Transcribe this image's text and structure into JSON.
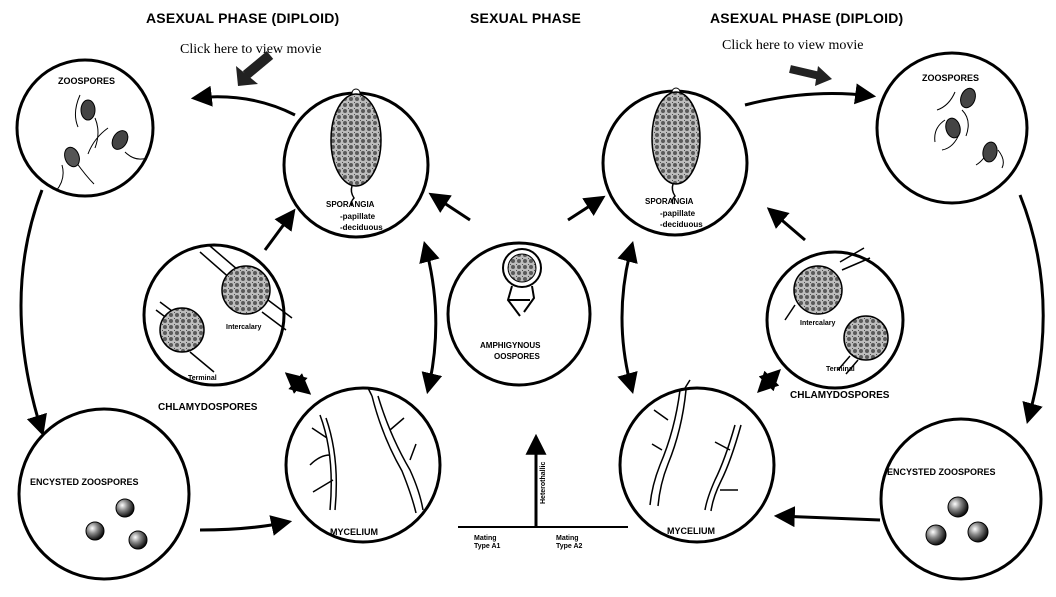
{
  "header": {
    "asexual_left": "ASEXUAL PHASE (DIPLOID)",
    "sexual": "SEXUAL PHASE",
    "asexual_right": "ASEXUAL PHASE (DIPLOID)",
    "movie_left": "Click here to view movie",
    "movie_right": "Click here to view movie"
  },
  "left": {
    "zoospores": "ZOOSPORES",
    "sporangia": "SPORANGIA",
    "papillate": "-papillate",
    "deciduous": "-deciduous",
    "intercalary": "Intercalary",
    "terminal": "Terminal",
    "chlamydospores": "CHLAMYDOSPORES",
    "encysted": "ENCYSTED ZOOSPORES",
    "mycelium": "MYCELIUM"
  },
  "center": {
    "oospores_line1": "AMPHIGYNOUS",
    "oospores_line2": "OOSPORES",
    "heterothallic": "Heterothallic",
    "mating_a1_line1": "Mating",
    "mating_a1_line2": "Type A1",
    "mating_a2_line1": "Mating",
    "mating_a2_line2": "Type A2"
  },
  "right": {
    "zoospores": "ZOOSPORES",
    "sporangia": "SPORANGIA",
    "papillate": "-papillate",
    "deciduous": "-deciduous",
    "intercalary": "Intercalary",
    "terminal": "Terminal",
    "chlamydospores": "CHLAMYDOSPORES",
    "encysted": "ENCYSTED ZOOSPORES",
    "mycelium": "MYCELIUM"
  }
}
